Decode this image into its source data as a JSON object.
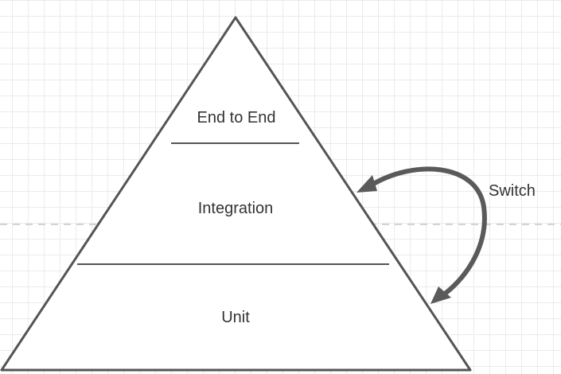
{
  "diagram": {
    "layers": [
      {
        "label": "End to End"
      },
      {
        "label": "Integration"
      },
      {
        "label": "Unit"
      }
    ],
    "arrow_label": "Switch"
  },
  "colors": {
    "stroke": "#555555",
    "text": "#333333",
    "arrow": "#5a5a5a",
    "grid": "#ebebeb",
    "page_break": "#d4d4d4"
  }
}
